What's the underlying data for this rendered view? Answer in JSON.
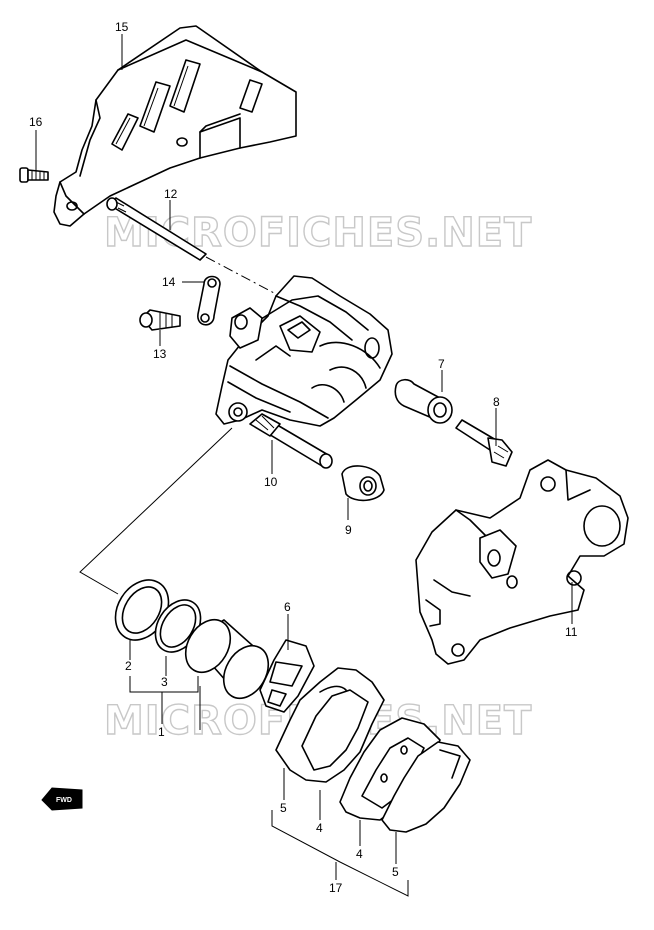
{
  "watermark": {
    "text": "MICROFICHES.NET"
  },
  "fwd_label": "FWD",
  "parts": {
    "p1": "1",
    "p2": "2",
    "p3": "3",
    "p4a": "4",
    "p4b": "4",
    "p5a": "5",
    "p5b": "5",
    "p6": "6",
    "p7": "7",
    "p8": "8",
    "p9": "9",
    "p10": "10",
    "p11": "11",
    "p12": "12",
    "p13": "13",
    "p14": "14",
    "p15": "15",
    "p16": "16",
    "p17": "17"
  }
}
